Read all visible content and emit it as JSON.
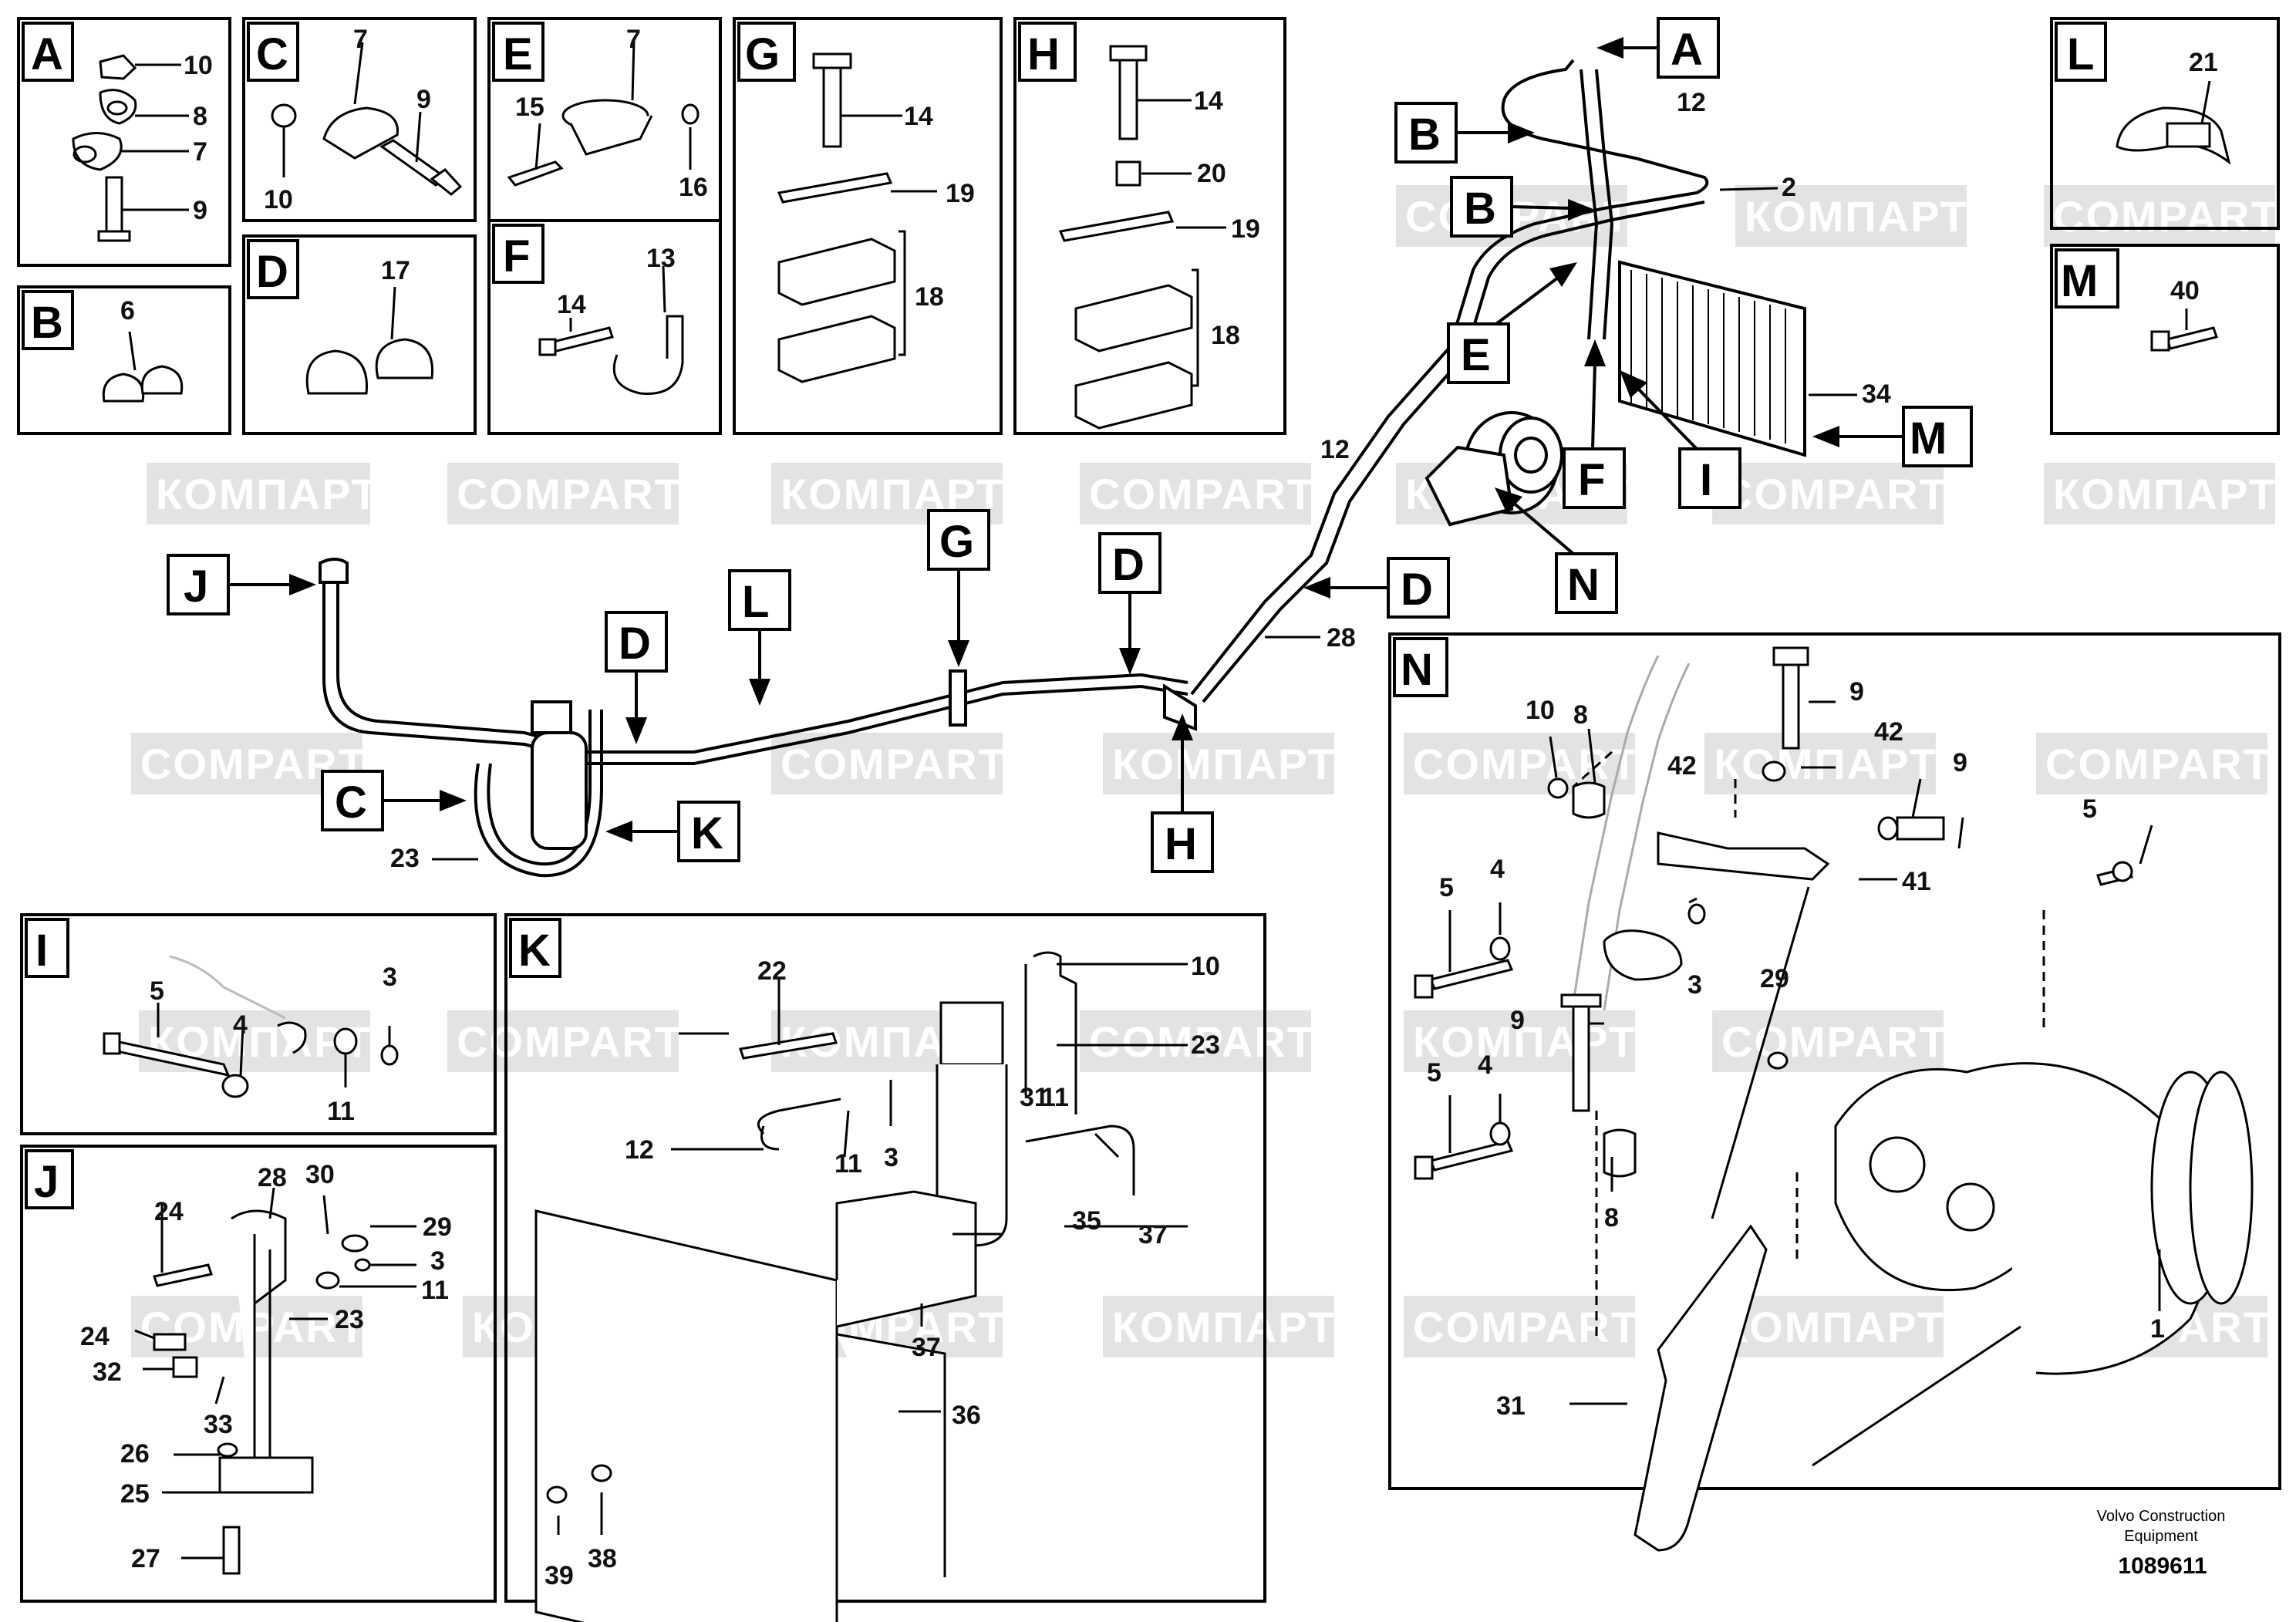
{
  "diagram": {
    "part_no": "1089611",
    "maker_line1": "Volvo Construction",
    "maker_line2": "Equipment",
    "watermark_latin": "COMPART",
    "watermark_cyrillic": "КОМПАРТ",
    "panel_letters": {
      "A": "A",
      "B": "B",
      "C": "C",
      "D": "D",
      "E": "E",
      "F": "F",
      "G": "G",
      "H": "H",
      "I": "I",
      "J": "J",
      "K": "K",
      "L": "L",
      "M": "M",
      "N": "N"
    },
    "callouts": {
      "n1": "1",
      "n2": "2",
      "n3": "3",
      "n4": "4",
      "n5": "5",
      "n6": "6",
      "n7": "7",
      "n8": "8",
      "n9": "9",
      "n10": "10",
      "n11": "11",
      "n12": "12",
      "n13": "13",
      "n14": "14",
      "n15": "15",
      "n16": "16",
      "n17": "17",
      "n18": "18",
      "n19": "19",
      "n20": "20",
      "n21": "21",
      "n22": "22",
      "n23": "23",
      "n24": "24",
      "n25": "25",
      "n26": "26",
      "n27": "27",
      "n28": "28",
      "n29": "29",
      "n30": "30",
      "n31": "31",
      "n32": "32",
      "n33": "33",
      "n34": "34",
      "n35": "35",
      "n36": "36",
      "n37": "37",
      "n38": "38",
      "n39": "39",
      "n40": "40",
      "n41": "41",
      "n42": "42"
    },
    "colors": {
      "ink": "#000000",
      "watermark_fill": "#dcdcdc",
      "background": "#ffffff"
    }
  }
}
